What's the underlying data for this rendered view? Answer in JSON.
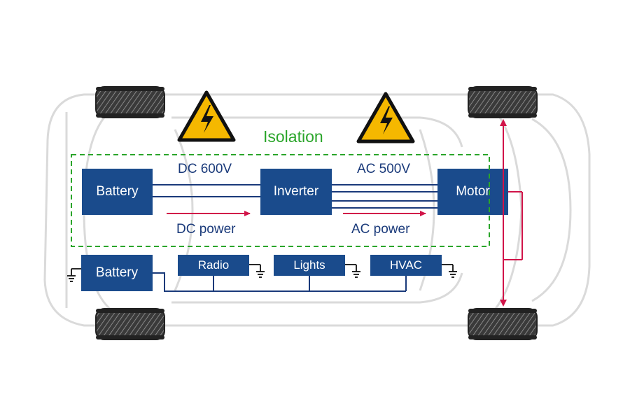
{
  "colors": {
    "box_fill": "#1a4b8c",
    "label_text": "#1a3a7a",
    "isolation_green": "#2aa52a",
    "power_arrow_red": "#d11449",
    "car_outline": "#d8d8d8",
    "warning_yellow": "#f5b800"
  },
  "isolation": {
    "label": "Isolation"
  },
  "hv_system": {
    "battery_label": "Battery",
    "inverter_label": "Inverter",
    "motor_label": "Motor",
    "dc_voltage_label": "DC 600V",
    "ac_voltage_label": "AC 500V",
    "dc_power_label": "DC power",
    "ac_power_label": "AC power"
  },
  "lv_system": {
    "battery_label": "Battery",
    "radio_label": "Radio",
    "lights_label": "Lights",
    "hvac_label": "HVAC"
  },
  "icons": [
    "high-voltage-warning-icon",
    "ground-symbol-icon",
    "tire-icon"
  ]
}
